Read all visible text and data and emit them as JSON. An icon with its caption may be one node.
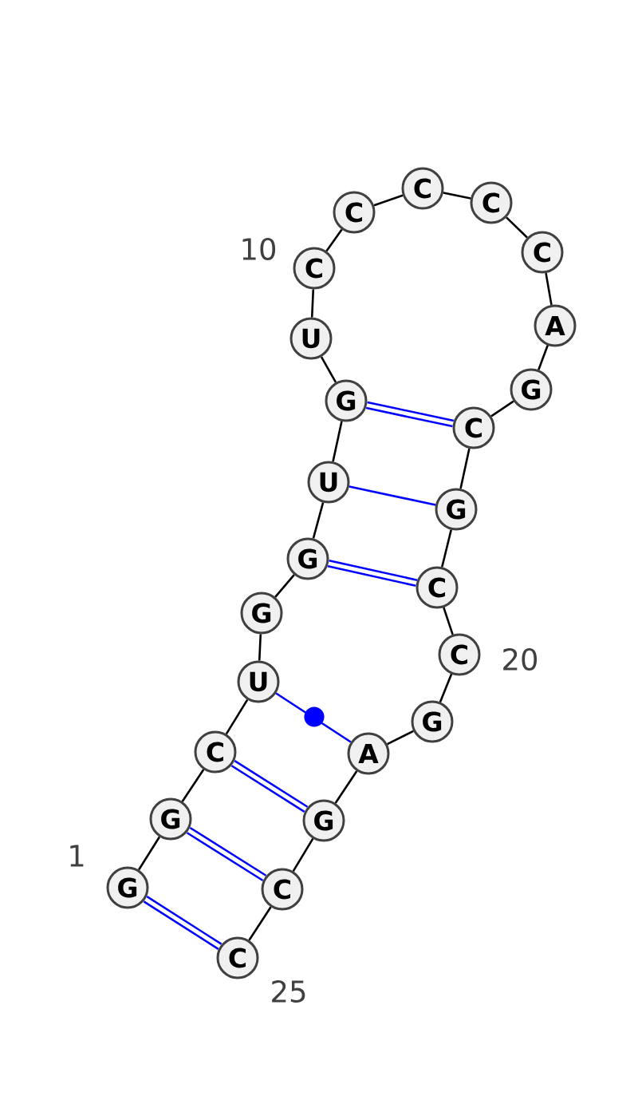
{
  "diagram": {
    "nodes": [
      {
        "text": [
          "G"
        ]
      },
      {
        "text": [
          "G"
        ]
      },
      {
        "text": [
          "C"
        ]
      },
      {
        "text": [
          "U"
        ]
      },
      {
        "text": [
          "G"
        ]
      },
      {
        "text": [
          "G"
        ]
      },
      {
        "text": [
          "U"
        ]
      },
      {
        "text": [
          "G"
        ]
      },
      {
        "text": [
          "U"
        ]
      },
      {
        "text": [
          "C"
        ]
      },
      {
        "text": [
          "C"
        ]
      },
      {
        "text": [
          "C"
        ]
      },
      {
        "text": [
          "C"
        ]
      },
      {
        "text": [
          "C"
        ]
      },
      {
        "text": [
          "A"
        ]
      },
      {
        "text": [
          "G"
        ]
      },
      {
        "text": [
          "C"
        ]
      },
      {
        "text": [
          "G"
        ]
      },
      {
        "text": [
          "C"
        ]
      },
      {
        "text": [
          "C"
        ]
      },
      {
        "text": [
          "G"
        ]
      },
      {
        "text": [
          "A"
        ]
      },
      {
        "text": [
          "G"
        ]
      },
      {
        "text": [
          "C"
        ]
      },
      {
        "text": [
          "C"
        ]
      }
    ],
    "edges": [
      {
        "from": 0,
        "to": 1,
        "arrow": "none"
      },
      {
        "from": 1,
        "to": 2,
        "arrow": "none"
      },
      {
        "from": 2,
        "to": 3,
        "arrow": "none"
      },
      {
        "from": 3,
        "to": 4,
        "arrow": "none"
      },
      {
        "from": 4,
        "to": 5,
        "arrow": "none"
      },
      {
        "from": 5,
        "to": 6,
        "arrow": "none"
      },
      {
        "from": 6,
        "to": 7,
        "arrow": "none"
      },
      {
        "from": 7,
        "to": 8,
        "arrow": "none"
      },
      {
        "from": 8,
        "to": 9,
        "arrow": "none"
      },
      {
        "from": 9,
        "to": 10,
        "arrow": "none"
      },
      {
        "from": 10,
        "to": 11,
        "arrow": "none"
      },
      {
        "from": 11,
        "to": 12,
        "arrow": "none"
      },
      {
        "from": 12,
        "to": 13,
        "arrow": "none"
      },
      {
        "from": 13,
        "to": 14,
        "arrow": "none"
      },
      {
        "from": 14,
        "to": 15,
        "arrow": "none"
      },
      {
        "from": 15,
        "to": 16,
        "arrow": "none"
      },
      {
        "from": 16,
        "to": 17,
        "arrow": "none"
      },
      {
        "from": 17,
        "to": 18,
        "arrow": "none"
      },
      {
        "from": 18,
        "to": 19,
        "arrow": "none"
      },
      {
        "from": 19,
        "to": 20,
        "arrow": "none"
      },
      {
        "from": 20,
        "to": 21,
        "arrow": "none"
      },
      {
        "from": 21,
        "to": 22,
        "arrow": "none"
      },
      {
        "from": 22,
        "to": 23,
        "arrow": "none"
      },
      {
        "from": 23,
        "to": 24,
        "arrow": "none"
      },
      {
        "from": 0,
        "to": 24,
        "arrow": "none",
        "style": "thick",
        "color": "#0000ff"
      },
      {
        "from": 1,
        "to": 23,
        "arrow": "none",
        "style": "thick",
        "color": "#0000ff"
      },
      {
        "from": 2,
        "to": 22,
        "arrow": "none",
        "style": "thick",
        "color": "#0000ff"
      },
      {
        "from": 3,
        "to": 21,
        "arrow": "none",
        "color": "#0000ff"
      },
      {
        "from": 5,
        "to": 18,
        "arrow": "none",
        "style": "thick",
        "color": "#0000ff"
      },
      {
        "from": 6,
        "to": 17,
        "arrow": "none",
        "color": "#0000ff"
      },
      {
        "from": 7,
        "to": 16,
        "arrow": "none",
        "style": "thick",
        "color": "#0000ff"
      }
    ],
    "labels": [
      "10",
      "20",
      "1",
      "25"
    ]
  }
}
